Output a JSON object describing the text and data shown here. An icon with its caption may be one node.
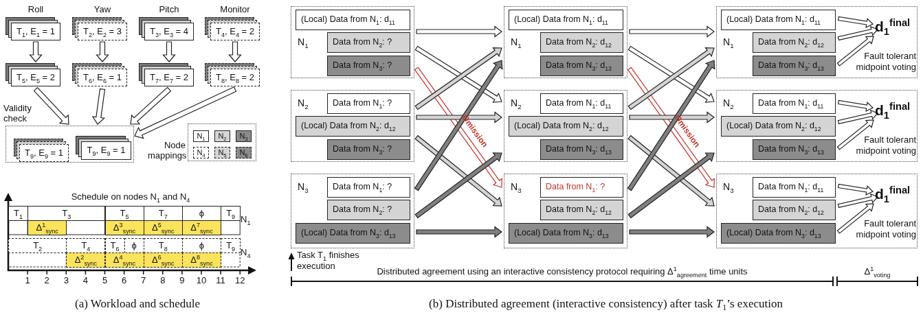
{
  "diagram": {
    "nodes": [
      {
        "text": [
          "T$_{1}$, E$_{1}$ = 1"
        ]
      },
      {
        "text": [
          "T$_{2}$, E$_{2}$ = 3"
        ]
      },
      {
        "text": [
          "T$_{3}$, E$_{3}$ = 4"
        ]
      },
      {
        "text": [
          "T$_{4}$, E$_{4}$ = 2"
        ]
      },
      {
        "text": [
          "T$_{5}$, E$_{5}$ = 2"
        ]
      },
      {
        "text": [
          "T$_{6}$, E$_{6}$ = 1"
        ]
      },
      {
        "text": [
          "T$_{7}$, E$_{7}$ = 2"
        ]
      },
      {
        "text": [
          "T$_{8}$, E$_{8}$ = 2"
        ]
      },
      {
        "text": [
          "Validity check"
        ]
      },
      {
        "text": [
          "T$_{9}$, E$_{9}$ = 1"
        ],
        "in": 8
      },
      {
        "text": [
          "T$_{9}$, E$_{9}$ = 1"
        ],
        "in": 8
      },
      {
        "text": [
          "Node mappings"
        ]
      },
      {
        "text": [
          "N$_{1}$"
        ],
        "in": 11
      },
      {
        "text": [
          "N$_{2}$"
        ],
        "in": 11
      },
      {
        "text": [
          "N$_{3}$"
        ],
        "in": 11
      },
      {
        "text": [
          "N$_{4}$"
        ],
        "in": 11
      },
      {
        "text": [
          "N$_{5}$"
        ],
        "in": 11
      },
      {
        "text": [
          "N$_{6}$"
        ],
        "in": 11
      },
      {
        "text": [
          "N$_{1}$"
        ]
      },
      {
        "text": [
          "(Local) Data from N$_{1}$: d$_{11}$"
        ],
        "in": 18
      },
      {
        "text": [
          "Data from N$_{2}$: ?"
        ],
        "in": 18
      },
      {
        "text": [
          "Data from N$_{3}$: ?"
        ],
        "in": 18
      },
      {
        "text": [
          "N$_{2}$"
        ]
      },
      {
        "text": [
          "Data from N$_{1}$: ?"
        ],
        "in": 22
      },
      {
        "text": [
          "(Local) Data from N$_{2}$: d$_{12}$"
        ],
        "in": 22
      },
      {
        "text": [
          "Data from N$_{3}$: ?"
        ],
        "in": 22
      },
      {
        "text": [
          "N$_{3}$"
        ]
      },
      {
        "text": [
          "Data from N$_{1}$: ?"
        ],
        "in": 26
      },
      {
        "text": [
          "Data from N$_{2}$: ?"
        ],
        "in": 26
      },
      {
        "text": [
          "(Local) Data from N$_{3}$: d$_{13}$"
        ],
        "in": 26
      },
      {
        "text": [
          "N$_{1}$"
        ]
      },
      {
        "text": [
          "(Local) Data from N$_{1}$: d$_{11}$"
        ],
        "in": 30
      },
      {
        "text": [
          "Data from N$_{2}$: d$_{12}$"
        ],
        "in": 30
      },
      {
        "text": [
          "Data from N$_{3}$: d$_{13}$"
        ],
        "in": 30
      },
      {
        "text": [
          "N$_{2}$"
        ]
      },
      {
        "text": [
          "Data from N$_{1}$: d$_{11}$"
        ],
        "in": 34
      },
      {
        "text": [
          "(Local) Data from N$_{2}$: d$_{12}$"
        ],
        "in": 34
      },
      {
        "text": [
          "Data from N$_{3}$: d$_{13}$"
        ],
        "in": 34
      },
      {
        "text": [
          "N$_{3}$"
        ]
      },
      {
        "text": [
          "Data from N$_{1}$: ?"
        ],
        "in": 38
      },
      {
        "text": [
          "Data from N$_{2}$: d$_{12}$"
        ],
        "in": 38
      },
      {
        "text": [
          "(Local) Data from N$_{3}$: d$_{13}$"
        ],
        "in": 38
      },
      {
        "text": [
          "N$_{1}$"
        ]
      },
      {
        "text": [
          "(Local) Data from N$_{1}$: d$_{11}$"
        ],
        "in": 42
      },
      {
        "text": [
          "Data from N$_{2}$: d$_{12}$"
        ],
        "in": 42
      },
      {
        "text": [
          "Data from N$_{3}$: d$_{13}$"
        ],
        "in": 42
      },
      {
        "text": [
          "d$_{1}$$^{final}$"
        ],
        "in": 42,
        "beside": [
          "Fault tolerant midpoint voting"
        ]
      },
      {
        "text": [
          "N$_{2}$"
        ]
      },
      {
        "text": [
          "Data from N$_{1}$: d$_{11}$"
        ],
        "in": 47
      },
      {
        "text": [
          "(Local) Data from N$_{2}$: d$_{12}$"
        ],
        "in": 47
      },
      {
        "text": [
          "Data from N$_{3}$: d$_{13}$"
        ],
        "in": 47
      },
      {
        "text": [
          "d$_{1}$$^{final}$"
        ],
        "in": 47,
        "beside": [
          "Fault tolerant midpoint voting"
        ]
      },
      {
        "text": [
          "N$_{3}$"
        ]
      },
      {
        "text": [
          "Data from N$_{1}$: d$_{11}$"
        ],
        "in": 52
      },
      {
        "text": [
          "Data from N$_{2}$: d$_{12}$"
        ],
        "in": 52
      },
      {
        "text": [
          "(Local) Data from N$_{3}$: d$_{13}$"
        ],
        "in": 52
      },
      {
        "text": [
          "d$_{1}$$^{final}$"
        ],
        "in": 52,
        "beside": [
          "Fault tolerant midpoint voting"
        ]
      }
    ],
    "edges": [
      {
        "from": 0,
        "to": 4,
        "arrow": "to"
      },
      {
        "from": 1,
        "to": 5,
        "arrow": "to"
      },
      {
        "from": 2,
        "to": 6,
        "arrow": "to"
      },
      {
        "from": 3,
        "to": 7,
        "arrow": "to"
      },
      {
        "from": 4,
        "to": 8,
        "arrow": "to"
      },
      {
        "from": 5,
        "to": 8,
        "arrow": "to"
      },
      {
        "from": 6,
        "to": 8,
        "arrow": "to"
      },
      {
        "from": 7,
        "to": 8,
        "arrow": "to"
      },
      {
        "from": 18,
        "to": 30,
        "arrow": "to"
      },
      {
        "from": 18,
        "to": 34,
        "arrow": "to"
      },
      {
        "from": 18,
        "to": 38,
        "arrow": "to",
        "label": "Omission",
        "color": "#c8312a"
      },
      {
        "from": 22,
        "to": 30,
        "arrow": "to",
        "color": "#d4d4d4"
      },
      {
        "from": 22,
        "to": 34,
        "arrow": "to",
        "color": "#d4d4d4"
      },
      {
        "from": 22,
        "to": 38,
        "arrow": "to",
        "color": "#d4d4d4"
      },
      {
        "from": 26,
        "to": 30,
        "arrow": "to",
        "color": "#808080"
      },
      {
        "from": 26,
        "to": 34,
        "arrow": "to",
        "color": "#808080"
      },
      {
        "from": 26,
        "to": 38,
        "arrow": "to",
        "color": "#808080"
      },
      {
        "from": 30,
        "to": 42,
        "arrow": "to"
      },
      {
        "from": 30,
        "to": 47,
        "arrow": "to"
      },
      {
        "from": 30,
        "to": 52,
        "arrow": "to",
        "label": "Omission",
        "color": "#c8312a"
      },
      {
        "from": 34,
        "to": 42,
        "arrow": "to",
        "color": "#d4d4d4"
      },
      {
        "from": 34,
        "to": 47,
        "arrow": "to",
        "color": "#d4d4d4"
      },
      {
        "from": 34,
        "to": 52,
        "arrow": "to",
        "color": "#d4d4d4"
      },
      {
        "from": 38,
        "to": 42,
        "arrow": "to",
        "color": "#808080"
      },
      {
        "from": 38,
        "to": 47,
        "arrow": "to",
        "color": "#808080"
      },
      {
        "from": 38,
        "to": 52,
        "arrow": "to",
        "color": "#808080"
      },
      {
        "from": 43,
        "to": 46,
        "arrow": "to"
      },
      {
        "from": 44,
        "to": 46,
        "arrow": "to"
      },
      {
        "from": 45,
        "to": 46,
        "arrow": "to"
      },
      {
        "from": 48,
        "to": 51,
        "arrow": "to"
      },
      {
        "from": 49,
        "to": 51,
        "arrow": "to"
      },
      {
        "from": 50,
        "to": 51,
        "arrow": "to"
      },
      {
        "from": 53,
        "to": 56,
        "arrow": "to"
      },
      {
        "from": 54,
        "to": 56,
        "arrow": "to"
      },
      {
        "from": 55,
        "to": 56,
        "arrow": "to"
      }
    ],
    "labels": [
      "Roll",
      "Yaw",
      "Pitch",
      "Monitor",
      "Schedule on nodes N$_{1}$ and N$_{4}$",
      "T$_{1}$",
      "T$_{3}$",
      "T$_{5}$",
      "T$_{7}$",
      "ϕ",
      "T$_{9}$",
      "N$_{1}$",
      "Δ$^{1}$$_{sync}$",
      "Δ$^{3}$$_{sync}$",
      "Δ$^{5}$$_{sync}$",
      "Δ$^{7}$$_{sync}$",
      "T$_{2}$",
      "T$_{4}$",
      "T$_{6}$",
      "ϕ",
      "T$_{8}$",
      "ϕ",
      "T$_{9}$",
      "N$_{4}$",
      "Δ$^{2}$$_{sync}$",
      "Δ$^{4}$$_{sync}$",
      "Δ$^{6}$$_{sync}$",
      "Δ$^{8}$$_{sync}$",
      "1",
      "2",
      "3",
      "4",
      "5",
      "6",
      "7",
      "8",
      "9",
      "10",
      "11",
      "12",
      "(a) Workload and schedule",
      "Task T$_{1}$ finishes execution",
      "Distributed agreement using an interactive consistency protocol requiring Δ$^{1}$$_{agreement}$ time units",
      "Δ$^{1}$$_{voting}$",
      "(b) Distributed agreement (interactive consistency) after task *T*$_{1}$’s execution"
    ]
  }
}
